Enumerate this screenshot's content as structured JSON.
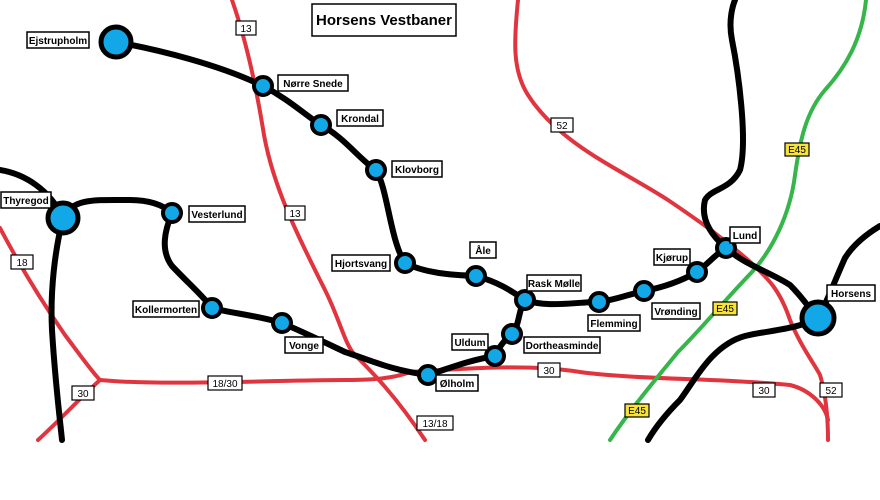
{
  "title": "Horsens Vestbaner",
  "colors": {
    "rail": "#000000",
    "main_road": "#e0353f",
    "motorway": "#35b54a",
    "station_fill": "#12a8e8",
    "motorway_badge": "#f6e23a"
  },
  "stations": {
    "ejstrupholm": "Ejstrupholm",
    "norre_snede": "Nørre Snede",
    "krondal": "Krondal",
    "klovborg": "Klovborg",
    "thyregod": "Thyregod",
    "vesterlund": "Vesterlund",
    "hjortsvang": "Hjortsvang",
    "ale": "Åle",
    "rask_molle": "Rask Mølle",
    "kjorup": "Kjørup",
    "lund": "Lund",
    "horsens": "Horsens",
    "kollermorten": "Kollermorten",
    "vonge": "Vonge",
    "flemming": "Flemming",
    "vronding": "Vrønding",
    "uldum": "Uldum",
    "dortheasminde": "Dortheasminde",
    "olholm": "Ølholm"
  },
  "roads": {
    "r13_top": "13",
    "r13_mid": "13",
    "r52_mid": "52",
    "r18": "18",
    "r18_30": "18/30",
    "r30_left": "30",
    "r30_mid": "30",
    "r30_right": "30",
    "r13_18": "13/18",
    "r52_right": "52",
    "e45_top": "E45",
    "e45_mid": "E45",
    "e45_bottom": "E45"
  }
}
